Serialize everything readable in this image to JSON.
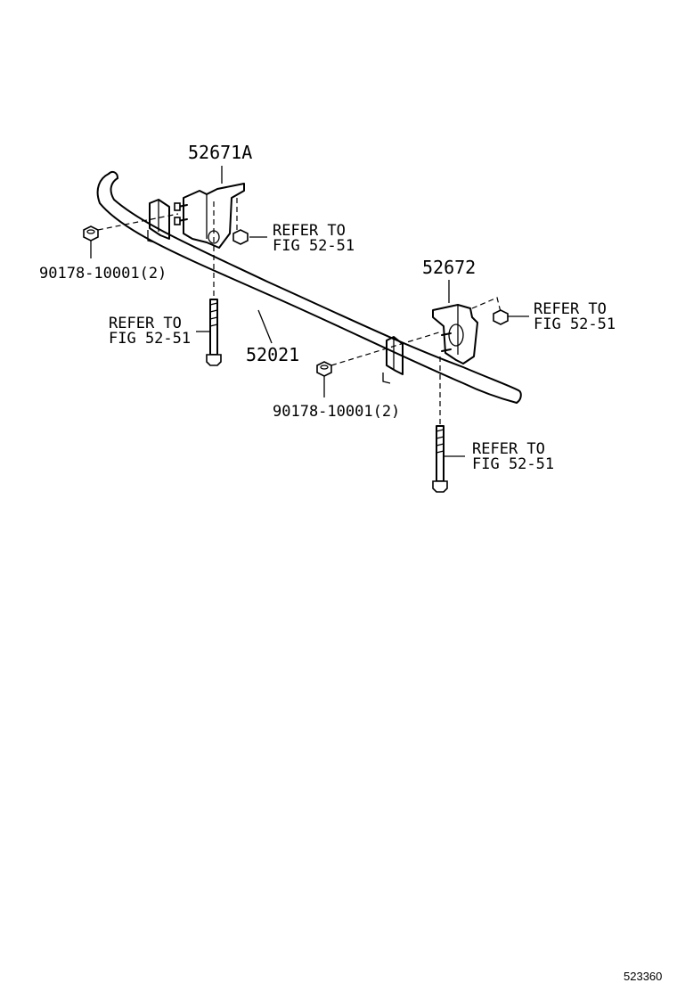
{
  "diagram": {
    "image_number": "523360",
    "labels": {
      "bracket_left": "52671A",
      "bracket_right": "52672",
      "reinforcement": "52021",
      "nut_left": "90178-10001(2)",
      "nut_right": "90178-10001(2)",
      "refer_nut_left_1": "REFER TO",
      "refer_nut_left_2": "FIG 52-51",
      "refer_bolt_left_1": "REFER TO",
      "refer_bolt_left_2": "FIG 52-51",
      "refer_nut_right_1": "REFER TO",
      "refer_nut_right_2": "FIG 52-51",
      "refer_bolt_right_1": "REFER TO",
      "refer_bolt_right_2": "FIG 52-51"
    }
  }
}
